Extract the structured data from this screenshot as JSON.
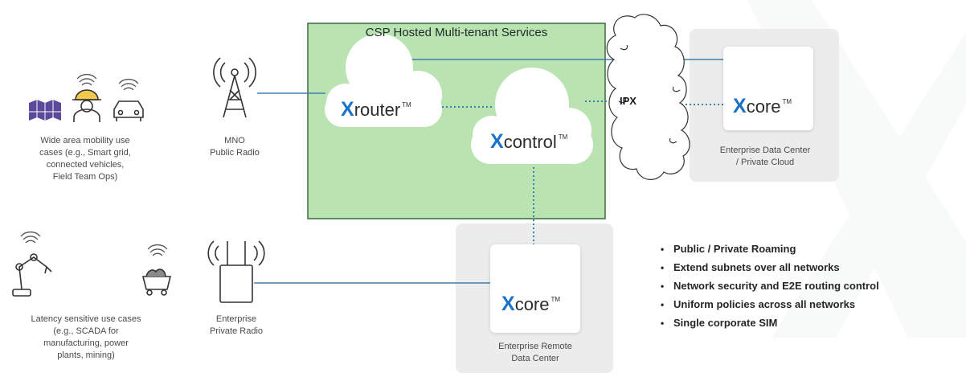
{
  "diagram": {
    "csp_title": "CSP Hosted Multi-tenant Services",
    "ipx_label": "IPX",
    "nodes": {
      "xrouter": {
        "x": "X",
        "name": "router",
        "tm": "TM"
      },
      "xcontrol": {
        "x": "X",
        "name": "control",
        "tm": "TM"
      },
      "xcore_cloud": {
        "x": "X",
        "name": "core",
        "tm": "TM"
      },
      "xcore_remote": {
        "x": "X",
        "name": "core",
        "tm": "TM"
      }
    },
    "captions": {
      "wide_area": [
        "Wide area mobility use",
        "cases (e.g., Smart grid,",
        "connected vehicles,",
        "Field Team Ops)"
      ],
      "mno": [
        "MNO",
        "Public Radio"
      ],
      "latency": [
        "Latency sensitive use cases",
        "(e.g., SCADA for",
        "manufacturing, power",
        "plants, mining)"
      ],
      "enterprise_radio": [
        "Enterprise",
        "Private Radio"
      ],
      "enterprise_dc": [
        "Enterprise Data Center",
        "/ Private Cloud"
      ],
      "remote_dc": [
        "Enterprise Remote",
        "Data Center"
      ]
    },
    "bullets": [
      "Public / Private Roaming",
      "Extend subnets over all networks",
      "Network security and E2E routing control",
      "Uniform policies across all networks",
      "Single corporate SIM"
    ],
    "colors": {
      "csp_fill": "#b9e3b0",
      "csp_border": "#3b6b3b",
      "line": "#3d7fb0",
      "accent": "#1a73c9",
      "gray_panel": "#ececec"
    },
    "icons": {
      "solar": "solar-panel-icon",
      "worker": "worker-icon",
      "car": "car-icon",
      "mno_tower": "radio-tower-icon",
      "robot_arm": "robot-arm-icon",
      "mine_cart": "mine-cart-icon",
      "private_radio": "private-radio-icon",
      "wifi": "wifi-icon"
    }
  }
}
